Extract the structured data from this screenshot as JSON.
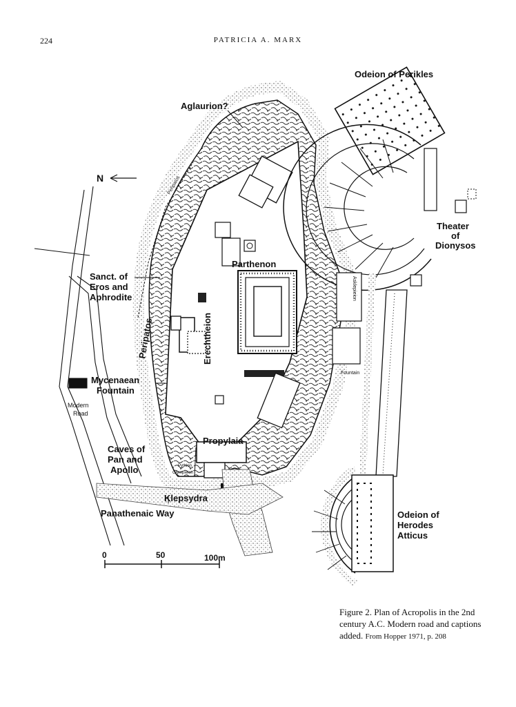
{
  "header": {
    "page_number": "224",
    "running_head": "PATRICIA A. MARX"
  },
  "figure": {
    "labels": {
      "odeion_perikles": "Odeion of Perikles",
      "aglaurion": "Aglaurion?",
      "north": "N",
      "theater_1": "Theater",
      "theater_2": "of",
      "theater_3": "Dionysos",
      "parthenon": "Parthenon",
      "sanct_1": "Sanct. of",
      "sanct_2": "Eros and",
      "sanct_3": "Aphrodite",
      "erechtheion": "Erechtheion",
      "peripatos": "Peripatos",
      "peripatos_small": "Peripatos",
      "mycenaean_1": "Mycenaean",
      "mycenaean_2": "Fountain",
      "modern_road_1": "Modern",
      "modern_road_2": "Road",
      "fountain": "Fountain",
      "asklepieion": "Asklepieion",
      "propylaia": "Propylaia",
      "caves_1": "Caves of",
      "caves_2": "Pan and",
      "caves_3": "Apollo",
      "pythion": "Pythion",
      "olympieion": "Olympieion",
      "klepsydra": "Klepsydra",
      "panathenaic": "Panathenaic Way",
      "herodes_1": "Odeion of",
      "herodes_2": "Herodes",
      "herodes_3": "Atticus",
      "scale_0": "0",
      "scale_50": "50",
      "scale_100": "100m"
    }
  },
  "caption": {
    "main": "Figure 2. Plan of Acropolis in the 2nd century A.C. Modern road and captions added.",
    "source": "From Hopper 1971, p. 208"
  }
}
